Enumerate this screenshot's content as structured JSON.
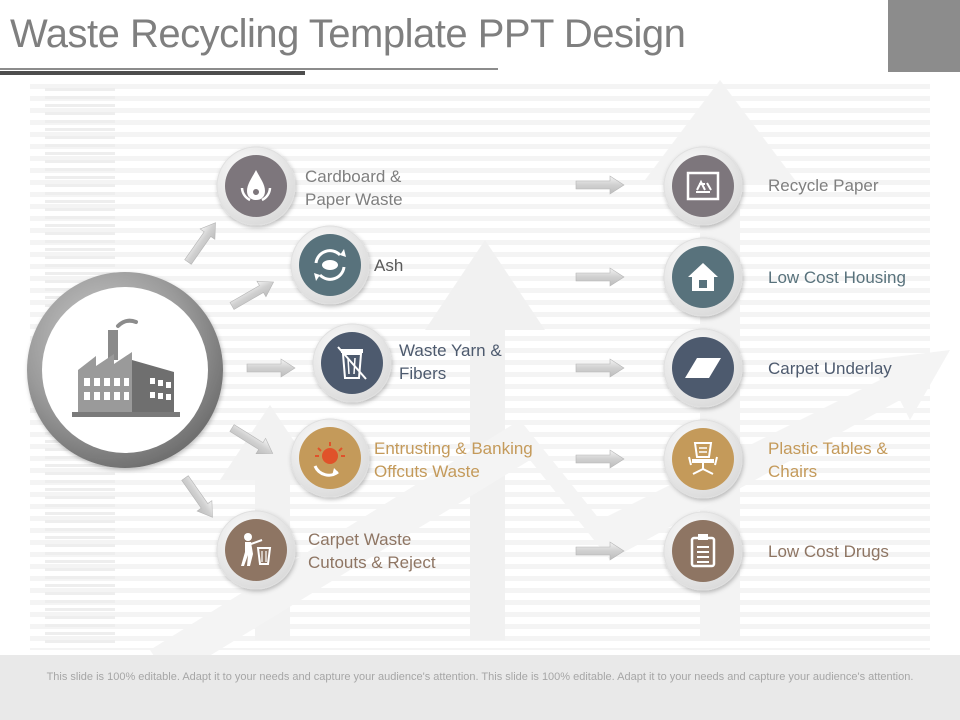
{
  "title": "Waste Recycling Template PPT Design",
  "sources": [
    {
      "line1": "Cardboard &",
      "line2": "Paper Waste",
      "icon": "water-drop-recycle-icon",
      "circle_color": "#7d767b",
      "label_color": "#7f7f7f"
    },
    {
      "line1": "Ash",
      "line2": "",
      "icon": "ash-recycle-icon",
      "circle_color": "#58727c",
      "label_color": "#595959"
    },
    {
      "line1": "Waste Yarn &",
      "line2": "Fibers",
      "icon": "trash-crossed-icon",
      "circle_color": "#4d5a6e",
      "label_color": "#4d5a6e"
    },
    {
      "line1": "Entrusting & Banking",
      "line2": "Offcuts Waste",
      "icon": "sun-recycle-icon",
      "circle_color": "#c49a5a",
      "label_color": "#c49a5a"
    },
    {
      "line1": "Carpet Waste",
      "line2": "Cutouts & Reject",
      "icon": "person-bin-icon",
      "circle_color": "#8e7563",
      "label_color": "#8e7563"
    }
  ],
  "outputs": [
    {
      "label": "Recycle Paper",
      "icon": "recycle-box-icon",
      "circle_color": "#7d767b",
      "label_color": "#7f7f7f"
    },
    {
      "label": "Low Cost Housing",
      "icon": "house-icon",
      "circle_color": "#58727c",
      "label_color": "#58727c"
    },
    {
      "label": "Carpet Underlay",
      "icon": "carpet-icon",
      "circle_color": "#4d5a6e",
      "label_color": "#4d5a6e"
    },
    {
      "label": "Plastic Tables & Chairs",
      "line1": "Plastic Tables &",
      "line2": "Chairs",
      "icon": "chair-icon",
      "circle_color": "#c49a5a",
      "label_color": "#c49a5a"
    },
    {
      "label": "Low Cost Drugs",
      "icon": "clipboard-icon",
      "circle_color": "#8e7563",
      "label_color": "#8e7563"
    }
  ],
  "hub": {
    "icon": "factory-icon"
  },
  "footer": "This slide is 100% editable. Adapt it to your needs and capture your audience's attention. This slide is 100% editable. Adapt it to your needs and capture your audience's attention."
}
